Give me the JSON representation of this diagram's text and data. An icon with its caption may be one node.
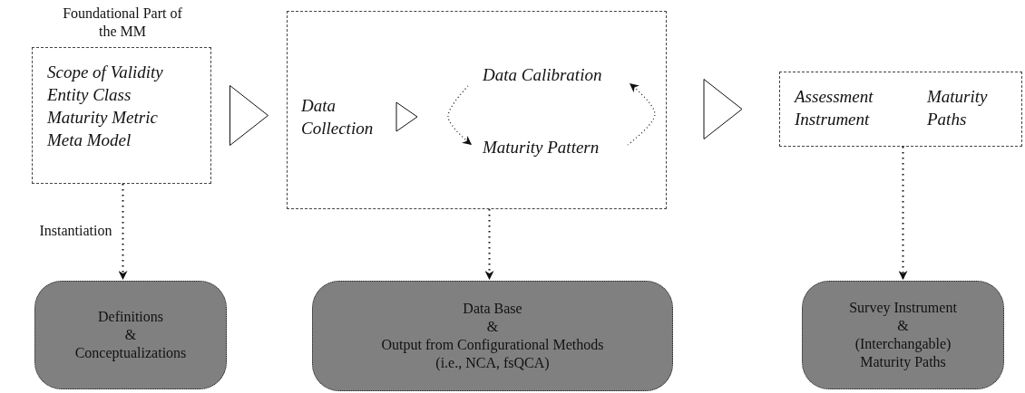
{
  "diagram": {
    "nodes": [
      {
        "text": [
          "Foundational Part of the MM",
          "Scope of Validity",
          "Entity Class",
          "Maturity Metric",
          "Meta Model"
        ]
      },
      {
        "text": [],
        "shape": "box"
      },
      {
        "text": [
          "Data Collection"
        ],
        "in": 1
      },
      {
        "text": [
          "Data Calibration"
        ],
        "in": 1
      },
      {
        "text": [
          "Maturity Pattern"
        ],
        "in": 1
      },
      {
        "text": [
          "Assessment Instrument",
          "Maturity Paths"
        ]
      },
      {
        "text": [
          "Definitions",
          "&",
          "Conceptualizations"
        ]
      },
      {
        "text": [
          "Data Base",
          "&",
          "Output from Configurational Methods (i.e., NCA, fsQCA)"
        ]
      },
      {
        "text": [
          "Survey Instrument",
          "&",
          "(Interchangable) Maturity Paths"
        ]
      }
    ],
    "edges": [
      {
        "from": 0,
        "to": 1,
        "arrow": "to"
      },
      {
        "from": 2,
        "to": null,
        "arrow": "to"
      },
      {
        "from": 3,
        "to": 4,
        "arrow": "to",
        "style": "dashed"
      },
      {
        "from": 4,
        "to": 3,
        "arrow": "to",
        "style": "dashed"
      },
      {
        "from": 1,
        "to": 5,
        "arrow": "to"
      },
      {
        "from": 0,
        "to": 6,
        "arrow": "to",
        "style": "dashed",
        "label": "Instantiation"
      },
      {
        "from": 1,
        "to": 7,
        "arrow": "to",
        "style": "dashed"
      },
      {
        "from": 5,
        "to": 8,
        "arrow": "to",
        "style": "dashed"
      }
    ]
  }
}
